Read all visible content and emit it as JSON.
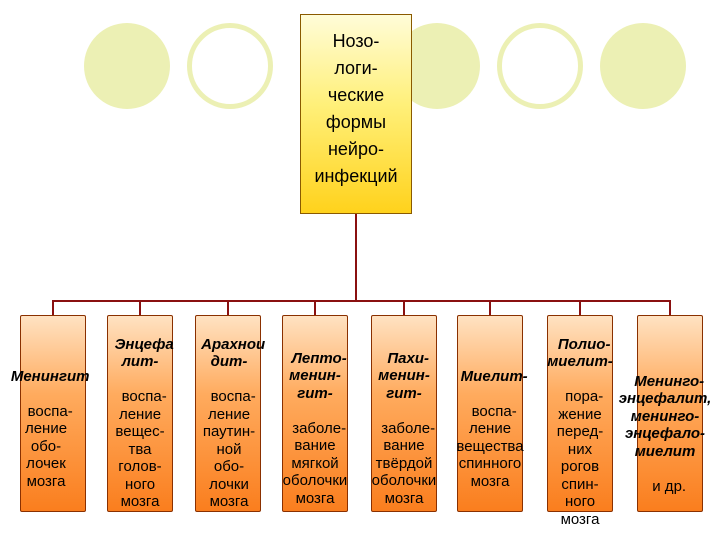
{
  "root": {
    "title": "Нозо-\nлоги-\nческие\nформы\nнейро-\nинфекций"
  },
  "categories": [
    {
      "title": "Менингит",
      "desc": "воспа-\nление\nобо-\nлочек\nмозга"
    },
    {
      "title": "Энцефа\nлит-",
      "desc": "воспа-\nление\nвещес-\nтва\nголов-\nного\nмозга"
    },
    {
      "title": "Арахнои\nдит-",
      "desc": "воспа-\nление\nпаутин-\nной\nобо-\nлочки\nмозга"
    },
    {
      "title": "Лепто-\nменин-\nгит-",
      "desc": "заболе-\nвание\nмягкой\nоболочки\nмозга"
    },
    {
      "title": "Пахи-\nменин-\nгит-",
      "desc": "заболе-\nвание\nтвёрдой\nоболочки\nмозга"
    },
    {
      "title": "Миелит-",
      "desc": "воспа-\nление\nвещества\nспинного\nмозга"
    },
    {
      "title": "Полио-\nмиелит-",
      "desc": "пора-\nжение\nперед-\nних\nрогов\nспин-\nного\nмозга"
    },
    {
      "title": "Менинго-\nэнцефалит,\nменинго-\nэнцефало-\nмиелит",
      "desc": "и др."
    }
  ],
  "colors": {
    "root_gradient": [
      "#fffcd8",
      "#fff07a",
      "#ffd21c"
    ],
    "box_gradient": [
      "#ffe2c2",
      "#ffab5e",
      "#fa7e1e"
    ],
    "connector": "#8a1010",
    "decor_circle": "#ecf0b4"
  }
}
